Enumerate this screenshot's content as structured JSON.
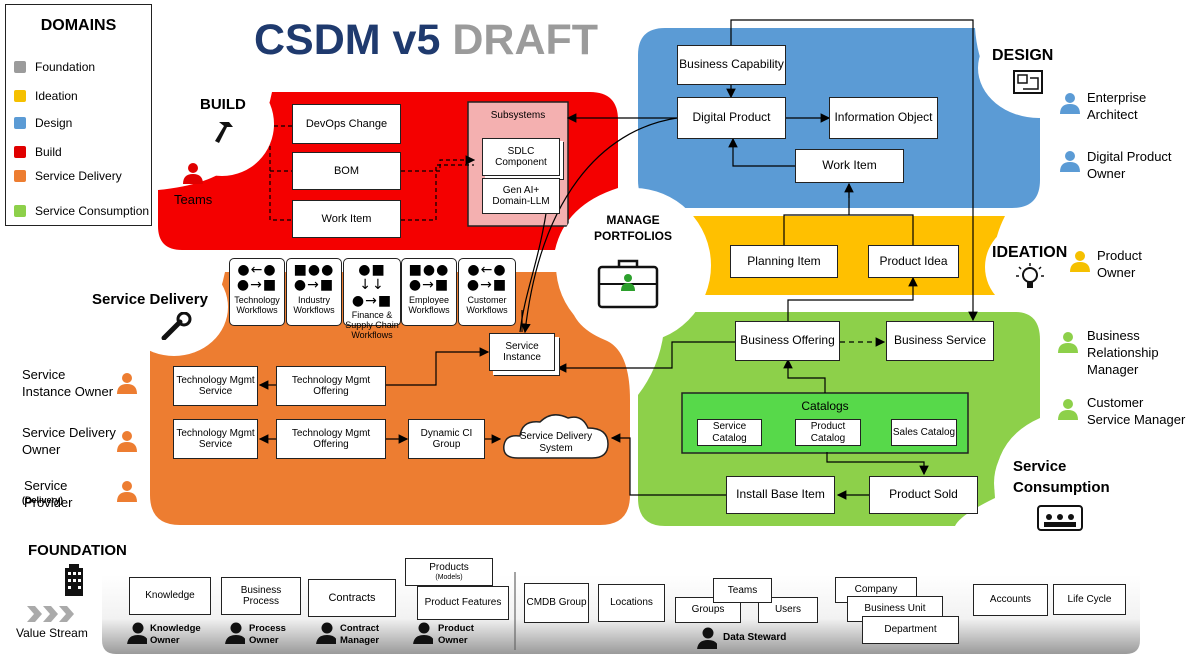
{
  "title": {
    "main": "CSDM v5",
    "draft": "DRAFT"
  },
  "legend": {
    "title": "DOMAINS",
    "items": [
      {
        "label": "Foundation",
        "color": "#9b9b9b"
      },
      {
        "label": "Ideation",
        "color": "#f5c000"
      },
      {
        "label": "Design",
        "color": "#5b9bd5"
      },
      {
        "label": "Build",
        "color": "#e00000"
      },
      {
        "label": "Service Delivery",
        "color": "#ed7d31"
      },
      {
        "label": "Service Consumption",
        "color": "#8dd04a"
      }
    ]
  },
  "colors": {
    "build": "#f40000",
    "delivery": "#ed7d31",
    "design": "#5b9bd5",
    "ideation": "#ffc000",
    "consumption": "#8dd04a",
    "catalogs": "#57d94a",
    "subsystems": "#f4b0b0",
    "person_orange": "#ed7d31",
    "person_blue": "#5b9bd5",
    "person_yellow": "#f5c000",
    "person_green": "#8dd04a",
    "person_red": "#e00000"
  },
  "build": {
    "label": "BUILD",
    "teams": "Teams",
    "devops_change": "DevOps Change",
    "bom": "BOM",
    "work_item": "Work Item",
    "subsystems": "Subsystems",
    "sdlc_component": "SDLC Component",
    "gen_ai": "Gen AI+ Domain-LLM"
  },
  "design": {
    "label": "DESIGN",
    "business_capability": "Business Capability",
    "digital_product": "Digital Product",
    "information_object": "Information Object",
    "work_item": "Work Item",
    "roles": [
      "Enterprise Architect",
      "Digital Product Owner"
    ]
  },
  "manage_portfolios": "MANAGE PORTFOLIOS",
  "ideation": {
    "label": "IDEATION",
    "planning_item": "Planning Item",
    "product_idea": "Product Idea",
    "role": "Product Owner"
  },
  "delivery": {
    "label": "Service Delivery",
    "workflows": [
      {
        "glyph": "●←● ●→■",
        "label": "Technology Workflows"
      },
      {
        "glyph": "■●● ●→■",
        "label": "Industry Workflows"
      },
      {
        "glyph": "●■ ↓↓ ●→■",
        "label": "Finance & Supply Chain Workflows"
      },
      {
        "glyph": "■●● ●→■",
        "label": "Employee Workflows"
      },
      {
        "glyph": "●←● ●→■",
        "label": "Customer Workflows"
      }
    ],
    "service_instance": "Service Instance",
    "tech_mgmt_service": "Technology Mgmt Service",
    "tech_mgmt_offering": "Technology Mgmt Offering",
    "tech_mgmt_service_2": "Technology Mgmt Service",
    "tech_mgmt_offering_2": "Technology Mgmt Offering",
    "dynamic_ci_group": "Dynamic CI Group",
    "sds": "Service Delivery System",
    "roles": [
      "Service Instance Owner",
      "Service Delivery Owner",
      "Service Provider"
    ],
    "provider_note": "(Delivery)"
  },
  "consumption": {
    "label": "Service Consumption",
    "business_offering": "Business Offering",
    "business_service": "Business Service",
    "catalogs": "Catalogs",
    "service_catalog": "Service Catalog",
    "product_catalog": "Product Catalog",
    "sales_catalog": "Sales Catalog",
    "install_base_item": "Install Base Item",
    "product_sold": "Product Sold",
    "roles": [
      "Business Relationship Manager",
      "Customer Service Manager"
    ]
  },
  "foundation": {
    "label": "FOUNDATION",
    "value_stream": "Value Stream",
    "knowledge": "Knowledge",
    "knowledge_owner": "Knowledge Owner",
    "business_process": "Business Process",
    "process_owner": "Process Owner",
    "contracts": "Contracts",
    "contract_manager": "Contract Manager",
    "products": "Products",
    "products_models": "(Models)",
    "product_features": "Product Features",
    "product_owner": "Product Owner",
    "cmdb_group": "CMDB Group",
    "locations": "Locations",
    "teams": "Teams",
    "groups": "Groups",
    "users": "Users",
    "data_steward": "Data Steward",
    "company": "Company",
    "business_unit": "Business Unit",
    "department": "Department",
    "accounts": "Accounts",
    "life_cycle": "Life Cycle"
  }
}
